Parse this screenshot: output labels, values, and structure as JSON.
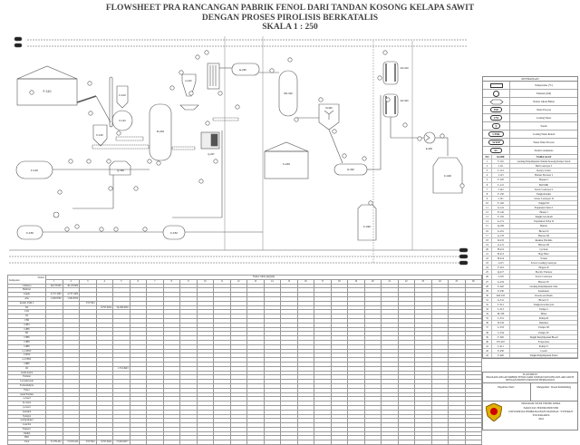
{
  "title": {
    "line1": "FLOWSHEET PRA RANCANGAN PABRIK FENOL DARI TANDAN KOSONG KELAPA SAWIT",
    "line2": "DENGAN PROSES PIROLISIS BERKATALIS",
    "line3": "SKALA 1 : 250"
  },
  "utility_lines": [
    "CW",
    "S",
    "WP",
    "CWR",
    "WWP",
    "SC"
  ],
  "equipment_tags": {
    "f110": "F-110",
    "f120": "F-120",
    "c121": "C-121",
    "f130": "F-130",
    "r210": "R-210",
    "h212": "H-212",
    "h213": "H-213",
    "q207": "Q-207",
    "f140": "F-140",
    "q160": "Q-160",
    "f150": "F-150",
    "f152": "F-152",
    "e230": "E-230",
    "kd310": "KD-310",
    "m330": "M-330",
    "f240": "F-240",
    "d332": "D-332",
    "f340": "F-340",
    "ev410": "EV-410",
    "ev420": "EV-420",
    "e430": "E-430",
    "f440": "F-440"
  },
  "legend": {
    "header": "KETERANGAN",
    "symbols": [
      {
        "symbol": "rect",
        "text": "Temperature (°C)"
      },
      {
        "symbol": "circle",
        "text": "Tekanan (atm)"
      },
      {
        "symbol": "diamond",
        "text": "Nomor Aliran Bahan"
      },
      {
        "symbol": "WP",
        "text": "Water Process"
      },
      {
        "symbol": "CW",
        "text": "Cooling Water"
      },
      {
        "symbol": "S",
        "text": "Steam"
      },
      {
        "symbol": "CWR",
        "text": "Cooling Water Return"
      },
      {
        "symbol": "WWP",
        "text": "Waste Water Process"
      },
      {
        "symbol": "SC",
        "text": "Steam Condensate"
      }
    ],
    "columns": {
      "no": "NO",
      "code": "KODE",
      "name": "NAMA ALAT"
    },
    "equipment": [
      {
        "no": "1",
        "code": "F-110",
        "name": "Gudang Penyimpanan Tandan Kosong Kelapa Sawit"
      },
      {
        "no": "2",
        "code": "J-111",
        "name": "Belt Conveyor I"
      },
      {
        "no": "3",
        "code": "C-112",
        "name": "Rotary Cutter"
      },
      {
        "no": "4",
        "code": "J-113",
        "name": "Bucket Elevator I"
      },
      {
        "no": "5",
        "code": "F-120",
        "name": "Hopper I"
      },
      {
        "no": "6",
        "code": "C-121",
        "name": "Ball Mill"
      },
      {
        "no": "7",
        "code": "J-122",
        "name": "Screw Conveyor I"
      },
      {
        "no": "8",
        "code": "F-130",
        "name": "Tangki Katalis"
      },
      {
        "no": "9",
        "code": "J-131",
        "name": "Screw Conveyor II"
      },
      {
        "no": "10",
        "code": "F-140",
        "name": "Tangki N2"
      },
      {
        "no": "11",
        "code": "G-141",
        "name": "Expansion Valve I"
      },
      {
        "no": "12",
        "code": "E-142",
        "name": "Heater I"
      },
      {
        "no": "13",
        "code": "F-150",
        "name": "Tangki Gas Alam"
      },
      {
        "no": "14",
        "code": "G-151",
        "name": "Expansion Valve II"
      },
      {
        "no": "15",
        "code": "Q-160",
        "name": "Burner"
      },
      {
        "no": "16",
        "code": "G-161",
        "name": "Blower II"
      },
      {
        "no": "17",
        "code": "G-170",
        "name": "Blower III"
      },
      {
        "no": "18",
        "code": "R-210",
        "name": "Reaktor Pirolisis"
      },
      {
        "no": "19",
        "code": "G-211",
        "name": "Blower III"
      },
      {
        "no": "20",
        "code": "H-212",
        "name": "Cyclone"
      },
      {
        "no": "21",
        "code": "H-213",
        "name": "Bag Filter"
      },
      {
        "no": "22",
        "code": "H-214",
        "name": "Screen"
      },
      {
        "no": "23",
        "code": "J-215",
        "name": "Screw Cooling Conveyor"
      },
      {
        "no": "24",
        "code": "F-216",
        "name": "Hopper II"
      },
      {
        "no": "25",
        "code": "Q-217",
        "name": "Electric Furnace"
      },
      {
        "no": "26",
        "code": "J-218",
        "name": "Screw Conveyor"
      },
      {
        "no": "27",
        "code": "G-219",
        "name": "Blower IV"
      },
      {
        "no": "28",
        "code": "F-240",
        "name": "Gudang Penyimpanan Char"
      },
      {
        "no": "29",
        "code": "E-230",
        "name": "Kondensor"
      },
      {
        "no": "30",
        "code": "KD-310",
        "name": "Knock-out Drum"
      },
      {
        "no": "31",
        "code": "G-311",
        "name": "Blower V"
      },
      {
        "no": "32",
        "code": "F-312",
        "name": "Tangki Gas Recycle"
      },
      {
        "no": "33",
        "code": "L-313",
        "name": "Pompa I"
      },
      {
        "no": "34",
        "code": "M-330",
        "name": "Mixer"
      },
      {
        "no": "35",
        "code": "L-331",
        "name": "Pompa II"
      },
      {
        "no": "36",
        "code": "D-332",
        "name": "Dekanter"
      },
      {
        "no": "37",
        "code": "L-333",
        "name": "Pompa III"
      },
      {
        "no": "38",
        "code": "L-334",
        "name": "Pompa IV"
      },
      {
        "no": "39",
        "code": "F-340",
        "name": "Tangki Penyimpanan Biooil"
      },
      {
        "no": "40",
        "code": "EV-410",
        "name": "Evaporator"
      },
      {
        "no": "41",
        "code": "L-411",
        "name": "Pompa V"
      },
      {
        "no": "42",
        "code": "E-430",
        "name": "Cooler"
      },
      {
        "no": "43",
        "code": "F-440",
        "name": "Tangki Penyimpanan Fenol"
      }
    ]
  },
  "title_block": {
    "heading": "FLOWSHEET",
    "subtitle": "PRA RANCANGAN PABRIK FENOL DARI TANDAN KOSONG KELAPA SAWIT DENGAN PROSES PIROLISIS BERKATALIS",
    "drawn_by": "Digambar Oleh :",
    "approved_by": "Mengetahui : Dosen Pembimbing",
    "program": "PROGRAM STUDI TEKNIK KIMIA",
    "faculty": "FAKULTAS TEKNIK INDUSTRI",
    "university": "UNIVERSITAS PEMBANGUNAN NASIONAL \"VETERAN\"",
    "city": "YOGYAKARTA",
    "year": "2024"
  },
  "stream_table": {
    "corner_top": "Nomor",
    "corner_bottom": "Komponen",
    "group_header": "Nomor Aliran (kg/jam)",
    "streams": [
      "1",
      "2",
      "3",
      "4",
      "5",
      "6",
      "7",
      "8",
      "9",
      "10",
      "11",
      "12",
      "13",
      "14",
      "15",
      "16",
      "17",
      "18",
      "19",
      "20",
      "21",
      "22",
      "23",
      "24",
      "25",
      "26"
    ],
    "rows": [
      {
        "label": "Cellulosa",
        "values": {
          "1": "46,178.000",
          "2": "46,178.000"
        }
      },
      {
        "label": "Hemicel",
        "values": {}
      },
      {
        "label": "Lignin",
        "values": {
          "1": "4,737.1000",
          "2": "4,737.1000"
        }
      },
      {
        "label": "Abu",
        "values": {
          "1": "1,582.8700",
          "2": "1,582.8700"
        }
      },
      {
        "label": "Katalis ZSM-5",
        "values": {
          "3": "570.7943"
        }
      },
      {
        "label": "N2",
        "values": {
          "4": "8,797.9454",
          "5": "56,186.2030"
        }
      },
      {
        "label": "CO2",
        "values": {}
      },
      {
        "label": "CO",
        "values": {}
      },
      {
        "label": "CH4",
        "values": {}
      },
      {
        "label": "C2H4",
        "values": {}
      },
      {
        "label": "C2H6",
        "values": {}
      },
      {
        "label": "H2",
        "values": {}
      },
      {
        "label": "C3H6",
        "values": {}
      },
      {
        "label": "C3H8",
        "values": {}
      },
      {
        "label": "C4H8",
        "values": {}
      },
      {
        "label": "n-C4H10",
        "values": {}
      },
      {
        "label": "C5H10",
        "values": {}
      },
      {
        "label": "n-C5H12",
        "values": {}
      },
      {
        "label": "C6H6",
        "values": {}
      },
      {
        "label": "O2",
        "values": {
          "5": "1,719.4943"
        }
      },
      {
        "label": "Asam Asetat",
        "values": {}
      },
      {
        "label": "Furfural",
        "values": {}
      },
      {
        "label": "Levoglucosan",
        "values": {}
      },
      {
        "label": "Formaldehyde",
        "values": {}
      },
      {
        "label": "Fenol",
        "values": {}
      },
      {
        "label": "Asam Formiat",
        "values": {}
      },
      {
        "label": "o-cresol",
        "values": {}
      },
      {
        "label": "m-cresol",
        "values": {}
      },
      {
        "label": "p-cresol",
        "values": {}
      },
      {
        "label": "Guaiakol",
        "values": {}
      },
      {
        "label": "Syringol",
        "values": {}
      },
      {
        "label": "4-etilguaiakol",
        "values": {}
      },
      {
        "label": "Catechol",
        "values": {}
      },
      {
        "label": "Eugenol",
        "values": {}
      },
      {
        "label": "Vanilin",
        "values": {}
      },
      {
        "label": "H2O",
        "values": {}
      },
      {
        "label": "Total",
        "values": {
          "1": "57,079.432",
          "2": "57,079.432",
          "3": "570.7943",
          "4": "8,797.9454",
          "5": "57,905.6977"
        }
      }
    ]
  }
}
